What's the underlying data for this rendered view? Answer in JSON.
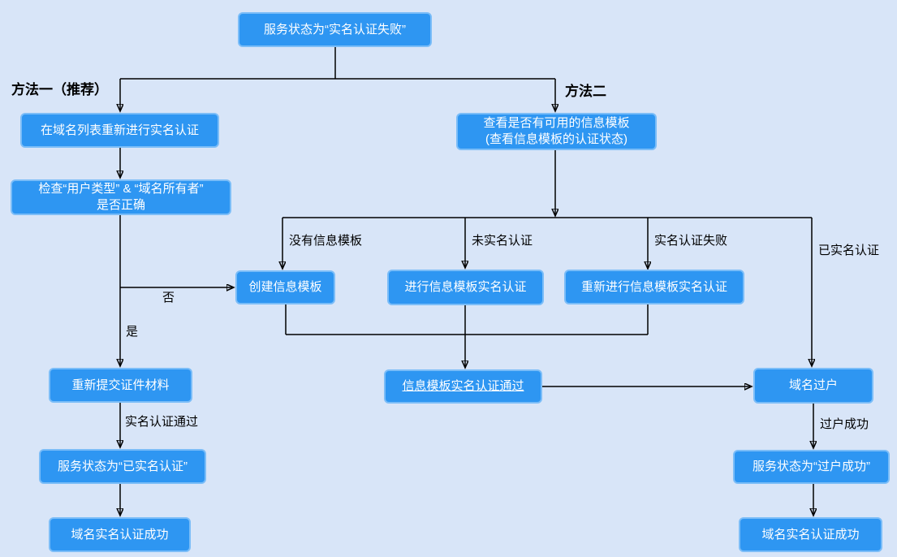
{
  "flowchart": {
    "colors": {
      "background": "#d8e5f8",
      "node_fill": "#2e96f2",
      "node_border": "#7bbdf8",
      "node_text": "#ffffff",
      "line": "#000000"
    },
    "nodes": {
      "start": "服务状态为“实名认证失败”",
      "m1_reauth": "在域名列表重新进行实名认证",
      "m1_check": "检查“用户类型” & “域名所有者”\n是否正确",
      "m1_resubmit": "重新提交证件材料",
      "m1_status": "服务状态为“已实名认证”",
      "m1_success": "域名实名认证成功",
      "m2_view": "查看是否有可用的信息模板\n(查看信息模板的认证状态)",
      "create_tpl": "创建信息模板",
      "tpl_auth": "进行信息模板实名认证",
      "tpl_reauth": "重新进行信息模板实名认证",
      "tpl_pass": "信息模板实名认证通过",
      "transfer": "域名过户",
      "m2_status": "服务状态为“过户成功”",
      "m2_success": "域名实名认证成功"
    },
    "labels": {
      "method1": "方法一（推荐）",
      "method2": "方法二",
      "no_template": "没有信息模板",
      "not_verified": "未实名认证",
      "verify_failed": "实名认证失败",
      "verified": "已实名认证",
      "no": "否",
      "yes": "是",
      "verify_passed": "实名认证通过",
      "transfer_ok": "过户成功"
    }
  }
}
